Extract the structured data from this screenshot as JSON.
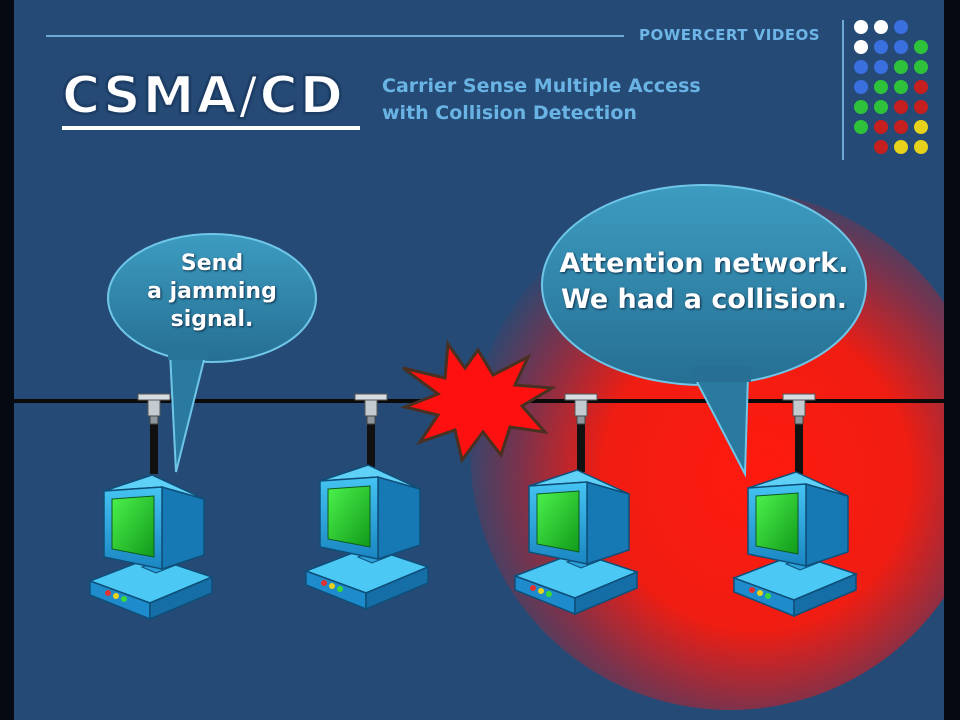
{
  "header": {
    "brand": "POWERCERT VIDEOS",
    "title": "CSMA/CD",
    "subtitle_line1": "Carrier Sense Multiple Access",
    "subtitle_line2": "with Collision Detection"
  },
  "bubbles": {
    "left": {
      "line1": "Send",
      "line2": "a jamming",
      "line3": "signal."
    },
    "right": {
      "line1": "Attention network.",
      "line2": "We had a collision."
    }
  },
  "colors": {
    "background": "#254a75",
    "accent": "#69b4e4",
    "bubble": "#2f86a8",
    "collision": "#ff1a0e",
    "screen": "#2ee62e",
    "computer": "#29a9e3"
  },
  "icons": {
    "collision": "collision-burst-icon",
    "computer": "computer-icon",
    "connector": "t-connector-icon"
  }
}
